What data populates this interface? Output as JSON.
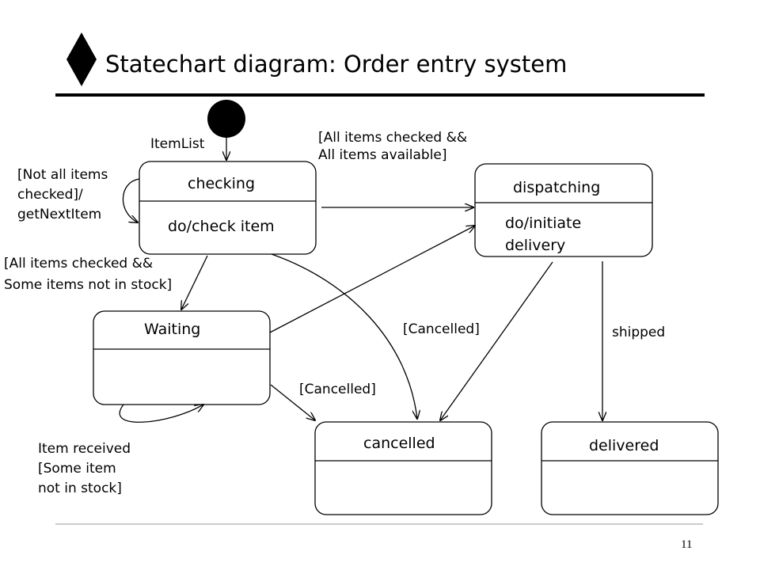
{
  "slide": {
    "title": "Statechart diagram: Order entry system",
    "page_number": "11"
  },
  "states": {
    "checking": {
      "name": "checking",
      "activity": "do/check item"
    },
    "dispatching": {
      "name": "dispatching",
      "activity_line1": "do/initiate",
      "activity_line2": "delivery"
    },
    "waiting": {
      "name": "Waiting"
    },
    "cancelled": {
      "name": "cancelled"
    },
    "delivered": {
      "name": "delivered"
    }
  },
  "transitions": {
    "itemlist": "ItemList",
    "to_dispatching_line1": "[All items checked &&",
    "to_dispatching_line2": "All items available]",
    "self_checking_line1": "[Not all items",
    "self_checking_line2": "checked]/",
    "self_checking_line3": "getNextItem",
    "to_waiting_line1": "[All items checked &&",
    "to_waiting_line2": "Some items not in stock]",
    "dispatch_cancelled": "[Cancelled]",
    "waiting_cancelled": "[Cancelled]",
    "shipped": "shipped",
    "self_waiting_line1": "Item received",
    "self_waiting_line2": "[Some item",
    "self_waiting_line3": "not in stock]"
  }
}
